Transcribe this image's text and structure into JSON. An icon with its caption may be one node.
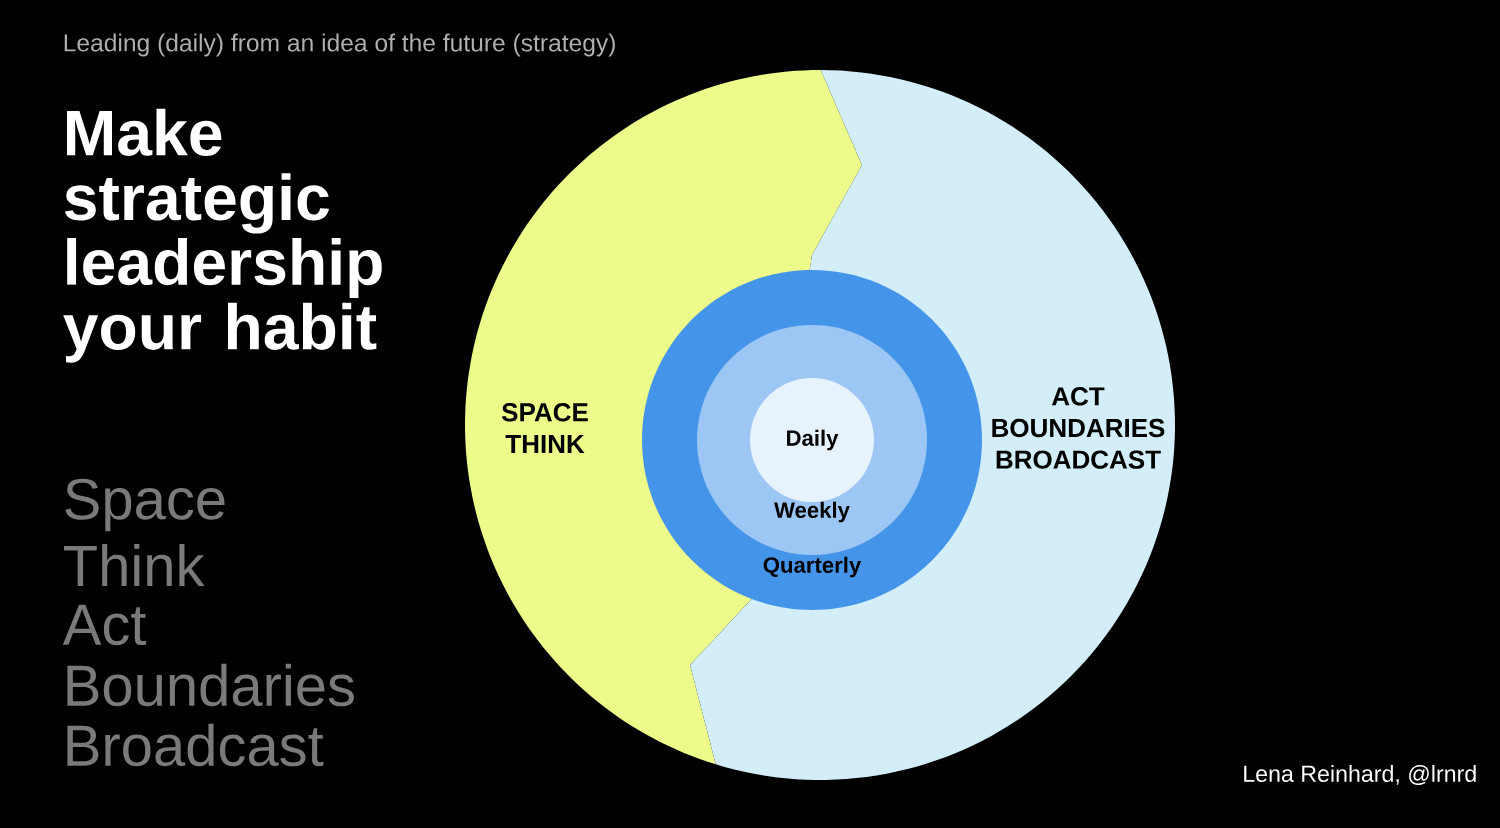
{
  "diagram": {
    "title": "Make strategic leadership your habit",
    "nodes": [
      {
        "text": [
          "SPACE THINK"
        ]
      },
      {
        "text": [
          "ACT BOUNDARIES BROADCAST"
        ]
      },
      {
        "text": [
          "Quarterly"
        ]
      },
      {
        "text": [
          "Weekly"
        ],
        "in": 2
      },
      {
        "text": [
          "Daily"
        ],
        "in": 3
      }
    ],
    "edges": [],
    "labels": [
      "Leading (daily) from an idea of the future (strategy)",
      "Space",
      "Think",
      "Act",
      "Boundaries",
      "Broadcast",
      "Lena Reinhard, @lrnrd"
    ]
  }
}
